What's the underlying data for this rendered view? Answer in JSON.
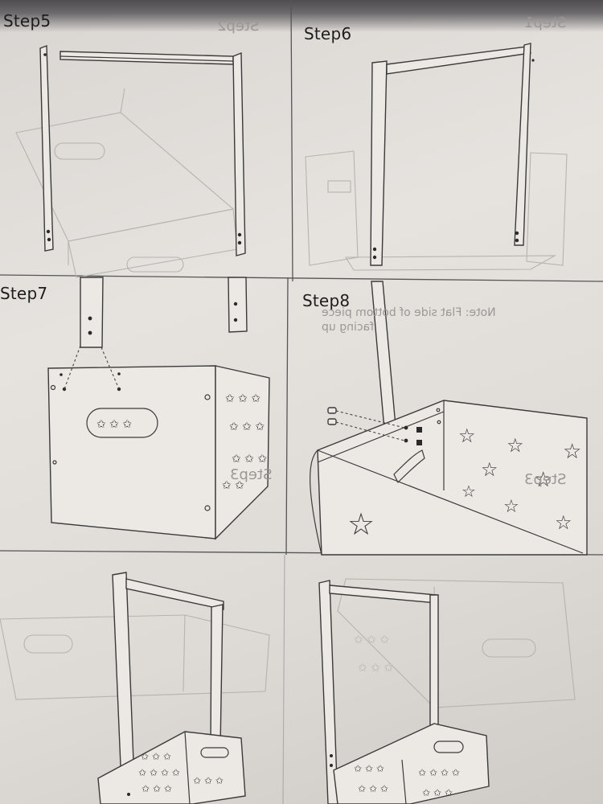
{
  "steps": [
    {
      "label": "Step5"
    },
    {
      "label": "Step6"
    },
    {
      "label": "Step7"
    },
    {
      "label": "Step8"
    }
  ],
  "step8_note": {
    "line1": "Note: Flat side of bottom piece",
    "line2": "facing up"
  },
  "ghost_labels": {
    "step2": "Step2",
    "step1": "Step1",
    "step3a": "Step3",
    "step3b": "Step3"
  },
  "colors": {
    "paper": "#e6e3df",
    "ink": "#3a3a3a",
    "ghost": "#b6b3b0"
  }
}
